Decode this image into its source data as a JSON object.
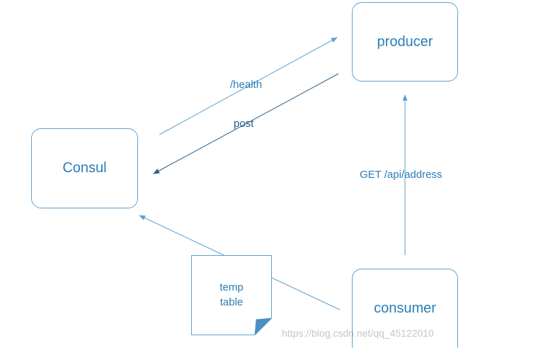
{
  "nodes": {
    "producer": "producer",
    "consul": "Consul",
    "consumer": "consumer"
  },
  "edges": {
    "health": "/health",
    "post": "post",
    "get_address": "GET /api/address"
  },
  "note": {
    "line1": "temp",
    "line2": "table"
  },
  "watermark": "https://blog.csdn.net/qq_45122010",
  "colors": {
    "stroke": "#5fa3cf",
    "text": "#2a7db8",
    "dark_arrow": "#2b5f86"
  }
}
